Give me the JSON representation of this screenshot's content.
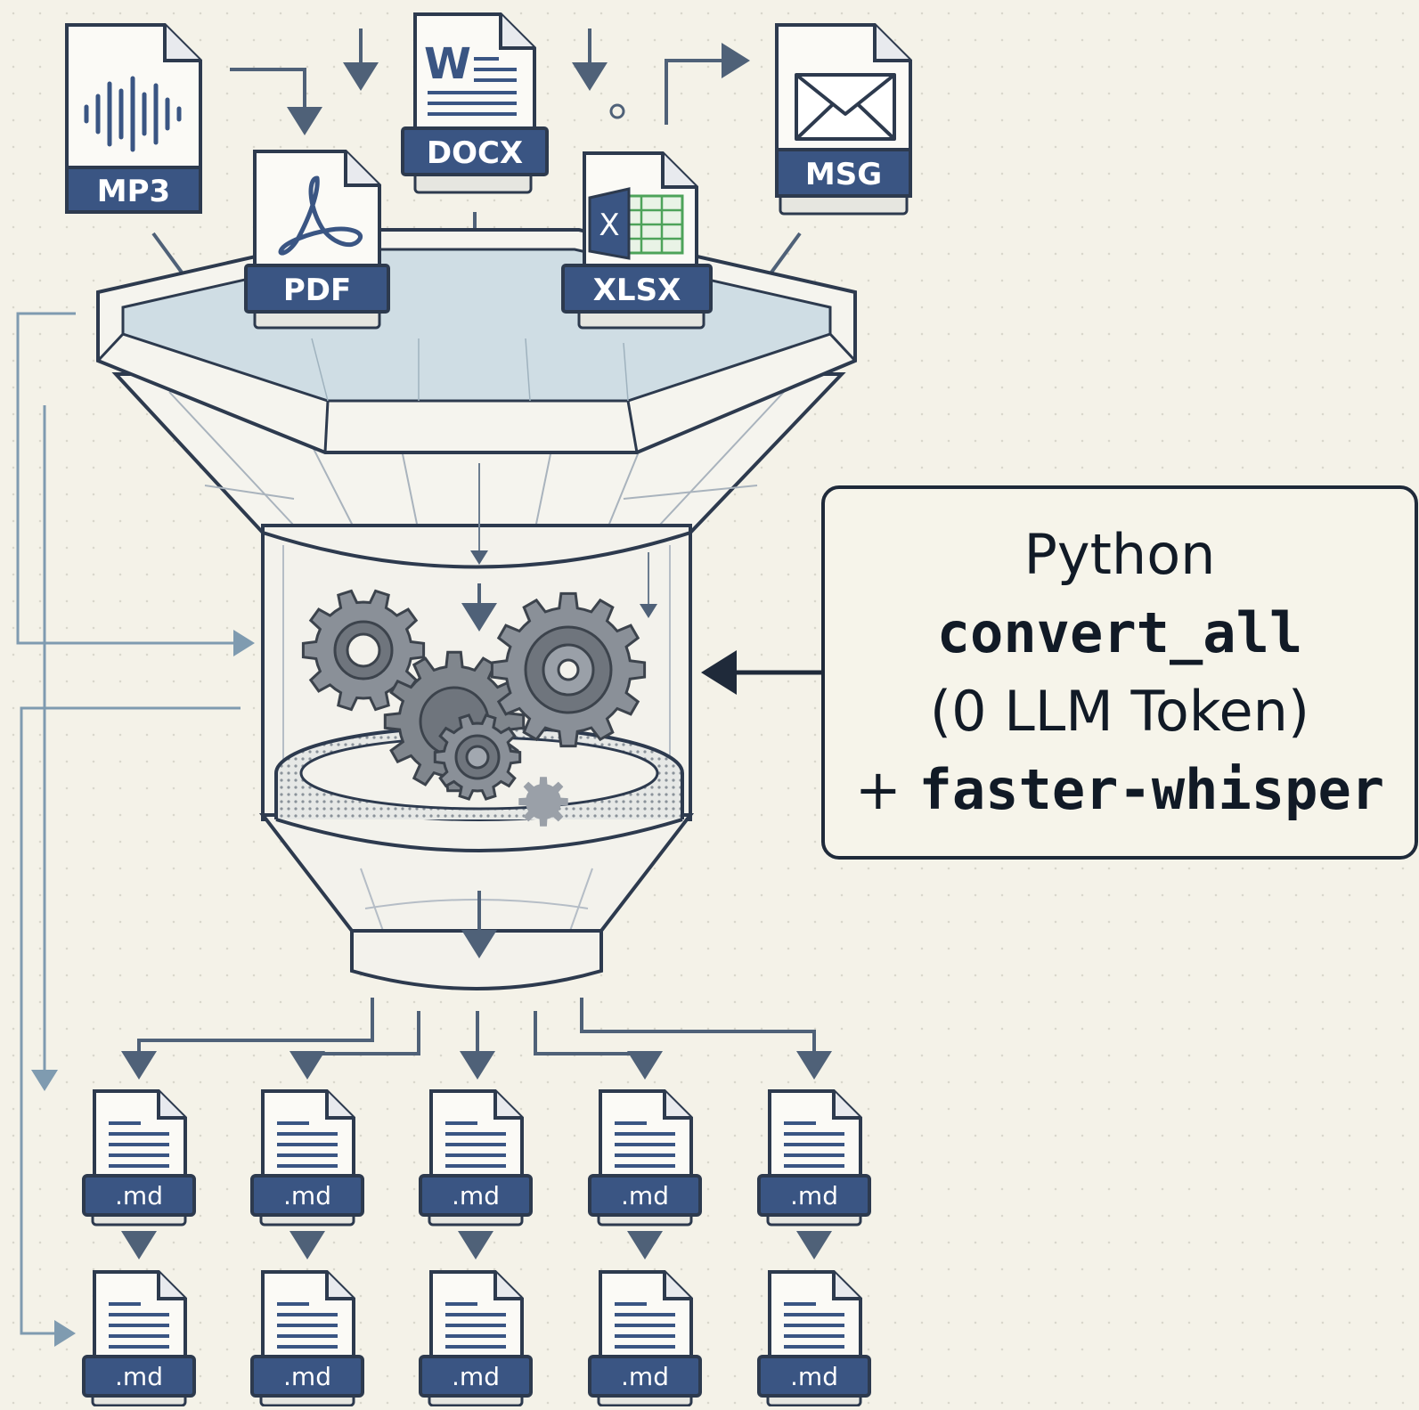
{
  "inputs": {
    "mp3": "MP3",
    "pdf": "PDF",
    "docx": "DOCX",
    "xlsx": "XLSX",
    "msg": "MSG"
  },
  "callout": {
    "line1": "Python",
    "line2": "convert_all",
    "line3": "(0 LLM Token)",
    "line4_plus": "+ ",
    "line4_code": "faster-whisper"
  },
  "outputs": {
    "row1": [
      ".md",
      ".md",
      ".md",
      ".md",
      ".md"
    ],
    "row2": [
      ".md",
      ".md",
      ".md",
      ".md",
      ".md"
    ]
  },
  "colors": {
    "navy": "#3a5583",
    "outline": "#2d3a4e",
    "arrow": "#4f6178",
    "flow": "#7f9bb0",
    "gear": "#7a7f86"
  }
}
